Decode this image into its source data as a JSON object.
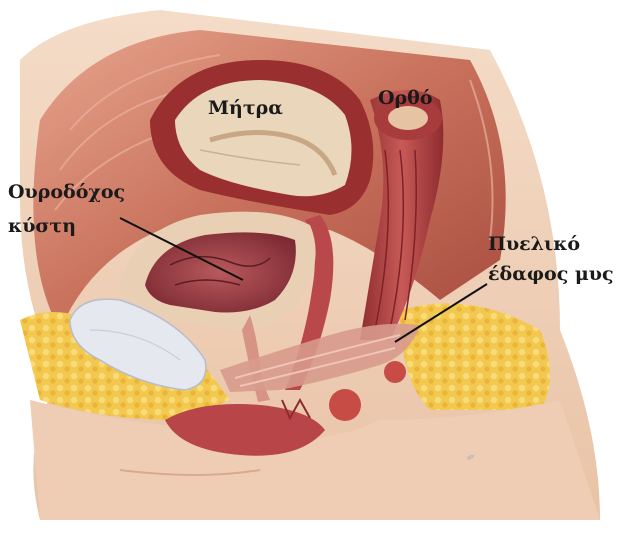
{
  "labels": {
    "uterus": "Μήτρα",
    "rectum": "Ορθό",
    "bladder_line1": "Ουροδόχος",
    "bladder_line2": "κύστη",
    "pelvic_floor_line1": "Πυελικό",
    "pelvic_floor_line2": "έδαφος μυς"
  },
  "colors": {
    "muscle": "#c4624f",
    "muscle_dark": "#8e2f2c",
    "uterus_wall": "#ead6bb",
    "fat": "#f0c64a",
    "skin": "#f1d3bd",
    "bladder_inner": "#a5444a",
    "pubic_bone": "#e6e8ef",
    "leader_line": "#111111"
  }
}
